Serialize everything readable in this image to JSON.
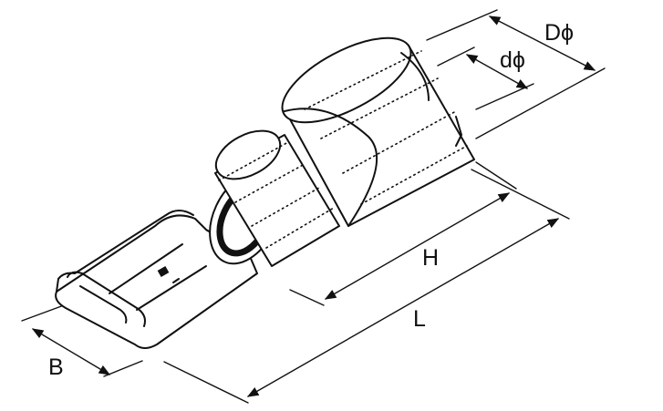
{
  "diagram": {
    "labels": {
      "outer_diameter": "Dϕ",
      "inner_diameter": "dϕ",
      "insulation_length": "H",
      "total_length": "L",
      "tab_width": "B"
    },
    "colors": {
      "line": "#111111",
      "background": "#ffffff"
    }
  }
}
